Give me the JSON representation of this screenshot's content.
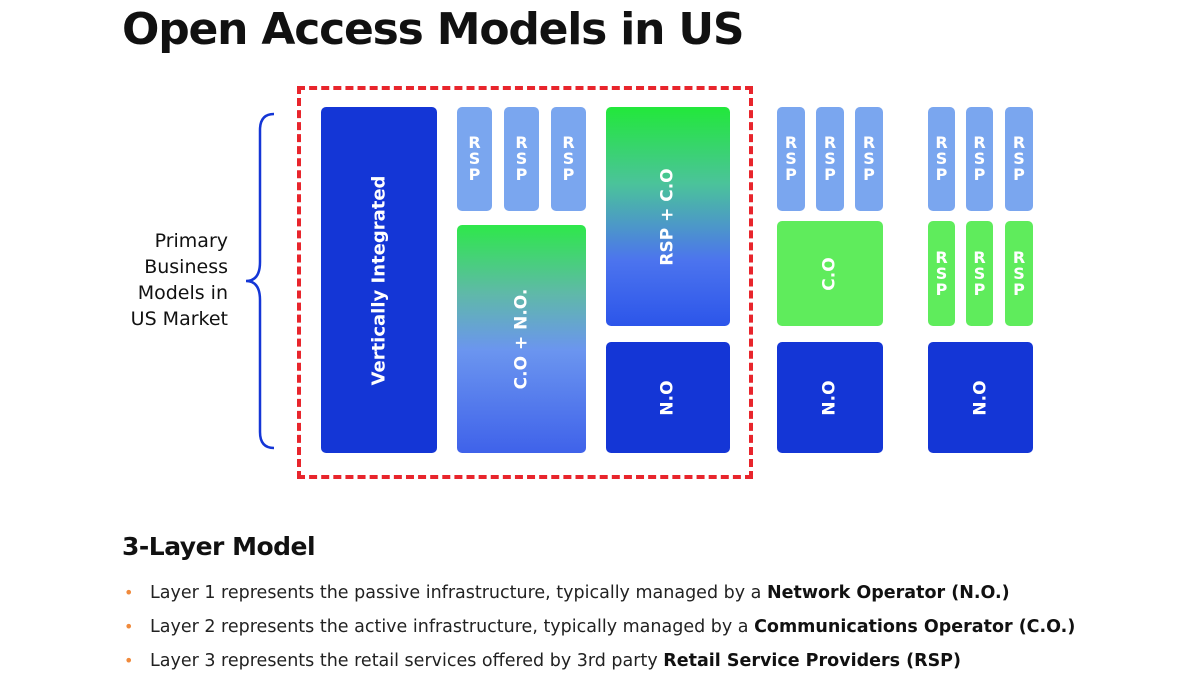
{
  "title": "Open Access Models in US",
  "side_label": [
    "Primary",
    "Business",
    "Models in",
    "US Market"
  ],
  "colors": {
    "dark_blue": "#1436d6",
    "light_blue": "#7aa6ef",
    "green": "#5fec5c",
    "dashed_border": "#e8252c",
    "bullet": "#f08a3c"
  },
  "blocks": {
    "vertically_integrated": "Vertically Integrated",
    "rsp": [
      "R",
      "S",
      "P"
    ],
    "co_no": "C.O + N.O.",
    "rsp_co": "RSP + C.O",
    "no": "N.O",
    "co": "C.O"
  },
  "legend": {
    "heading": "3-Layer Model",
    "items": [
      {
        "bullet": "•",
        "text": "Layer 1 represents the passive infrastructure, typically managed by a ",
        "bold": "Network Operator (N.O.)"
      },
      {
        "bullet": "•",
        "text": "Layer 2 represents the active infrastructure, typically managed by a ",
        "bold": "Communications Operator (C.O.)"
      },
      {
        "bullet": "•",
        "text": "Layer 3 represents the retail services offered by 3rd party ",
        "bold": "Retail Service Providers (RSP)"
      }
    ]
  }
}
